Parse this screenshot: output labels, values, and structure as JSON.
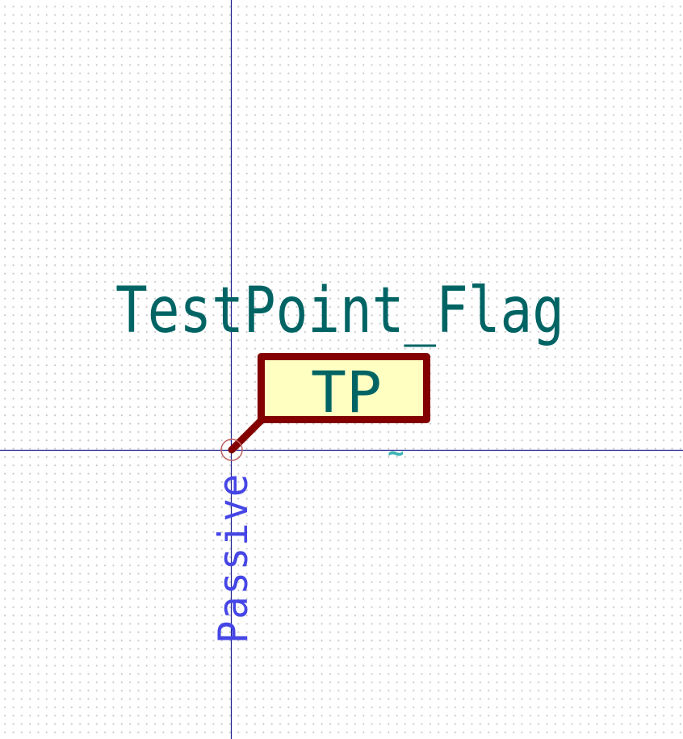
{
  "symbol": {
    "value_label": "TestPoint_Flag",
    "reference_label": "TP",
    "pin_electrical_type": "Passive",
    "alternate_marker": "~"
  },
  "colors": {
    "background": "#ffffff",
    "grid_dot": "#c4c4c4",
    "axis": "#1a1a8c",
    "field_text": "#006464",
    "body_outline": "#840000",
    "body_fill": "#ffffc2",
    "pin_type_text": "#4646e6",
    "anchor_marker": "#c06060",
    "alternate_marker": "#3cb4b4"
  }
}
